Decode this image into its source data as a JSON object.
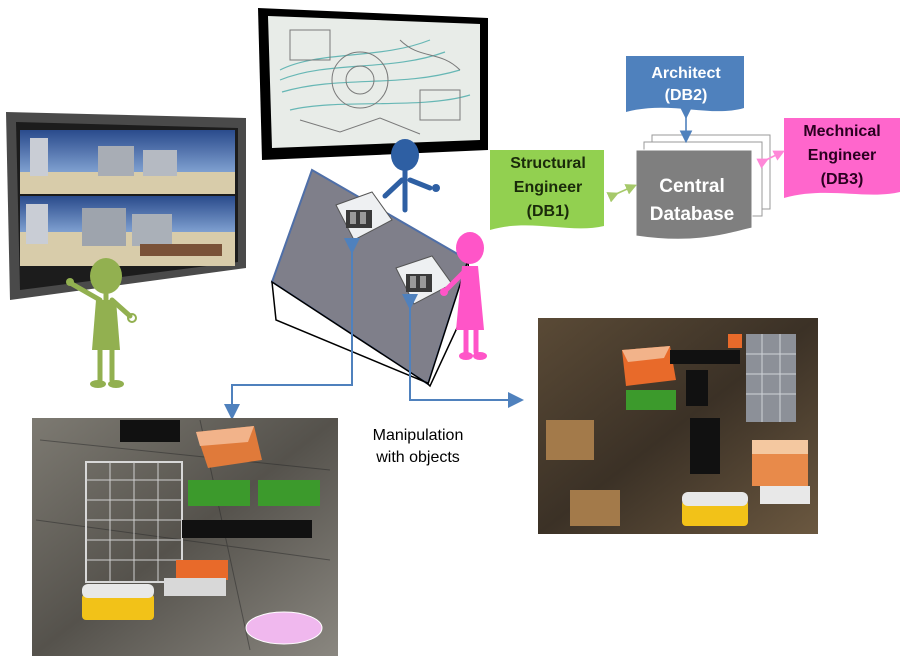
{
  "labels": {
    "architect_line1": "Architect",
    "architect_line2": "(DB2)",
    "structural_line1": "Structural",
    "structural_line2": "Engineer",
    "structural_line3": "(DB1)",
    "mechanical_line1": "Mechnical",
    "mechanical_line2": "Engineer",
    "mechanical_line3": "(DB3)",
    "central_line1": "Central",
    "central_line2": "Database",
    "manipulation_line1": "Manipulation",
    "manipulation_line2": "with objects"
  },
  "colors": {
    "architect": "#4f81bd",
    "structural": "#92d050",
    "mechanical": "#ff66cc",
    "central": "#7f7f7f",
    "arrow": "#4f81bd",
    "figure_green": "#92b050",
    "figure_blue": "#2e5fa3",
    "figure_pink": "#ff55c8"
  }
}
